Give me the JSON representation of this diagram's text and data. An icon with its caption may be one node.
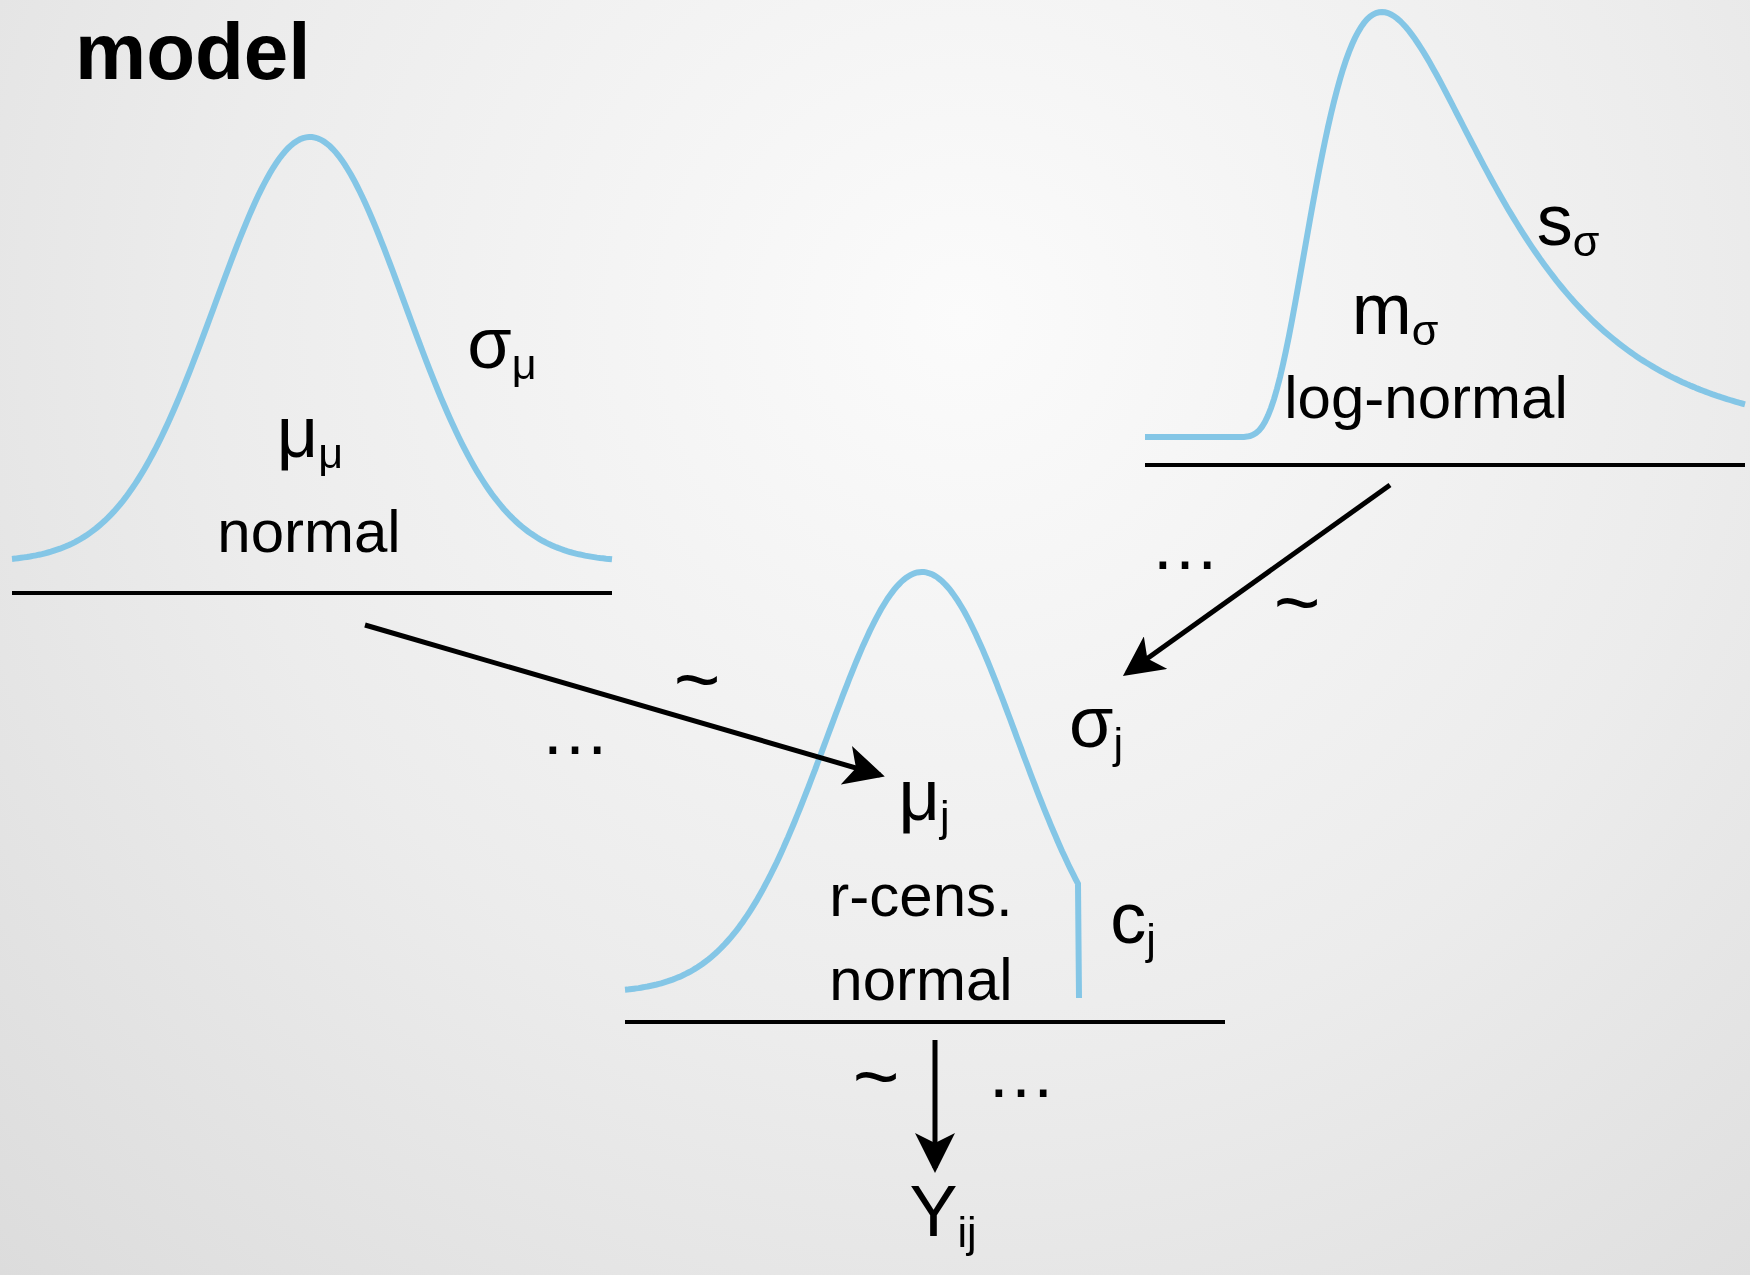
{
  "diagram": {
    "title": "model",
    "nodes": [
      {
        "text": [
          "σ$_{μ}$",
          "μ$_{μ}$",
          "normal"
        ]
      },
      {
        "text": [
          "s$_{σ}$",
          "m$_{σ}$",
          "log-normal"
        ]
      },
      {
        "text": [
          "σ$_{j}$",
          "μ$_{j}$",
          "r-cens. normal",
          "c$_{j}$"
        ]
      },
      {
        "text": [
          "Y$_{ij}$"
        ]
      }
    ],
    "edges": [
      {
        "from": 0,
        "to": 2,
        "arrow": "to",
        "label": "~"
      },
      {
        "from": 1,
        "to": 2,
        "arrow": "to",
        "label": "~"
      },
      {
        "from": 2,
        "to": 3,
        "arrow": "to",
        "label": "~"
      }
    ],
    "labels": [
      "…",
      "…",
      "…"
    ]
  }
}
